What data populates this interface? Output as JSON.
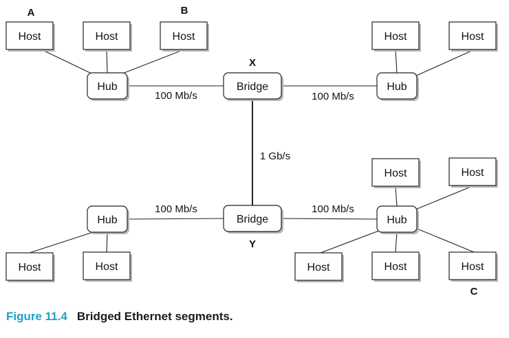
{
  "diagram": {
    "nodes": [
      {
        "id": "host-a",
        "label": "Host",
        "type": "host",
        "mark": "A"
      },
      {
        "id": "host-2",
        "label": "Host",
        "type": "host"
      },
      {
        "id": "host-b",
        "label": "Host",
        "type": "host",
        "mark": "B"
      },
      {
        "id": "host-4",
        "label": "Host",
        "type": "host"
      },
      {
        "id": "host-5",
        "label": "Host",
        "type": "host"
      },
      {
        "id": "hub-1",
        "label": "Hub",
        "type": "hub"
      },
      {
        "id": "bridge-x",
        "label": "Bridge",
        "type": "bridge",
        "mark": "X"
      },
      {
        "id": "hub-2",
        "label": "Hub",
        "type": "hub"
      },
      {
        "id": "host-6",
        "label": "Host",
        "type": "host"
      },
      {
        "id": "host-7",
        "label": "Host",
        "type": "host"
      },
      {
        "id": "hub-3",
        "label": "Hub",
        "type": "hub"
      },
      {
        "id": "bridge-y",
        "label": "Bridge",
        "type": "bridge",
        "mark": "Y"
      },
      {
        "id": "hub-4",
        "label": "Hub",
        "type": "hub"
      },
      {
        "id": "host-8",
        "label": "Host",
        "type": "host"
      },
      {
        "id": "host-9",
        "label": "Host",
        "type": "host"
      },
      {
        "id": "host-10",
        "label": "Host",
        "type": "host"
      },
      {
        "id": "host-11",
        "label": "Host",
        "type": "host"
      },
      {
        "id": "host-c",
        "label": "Host",
        "type": "host",
        "mark": "C"
      }
    ],
    "edges": [
      {
        "from": "host-a",
        "to": "hub-1"
      },
      {
        "from": "host-2",
        "to": "hub-1"
      },
      {
        "from": "host-b",
        "to": "hub-1"
      },
      {
        "from": "hub-1",
        "to": "bridge-x",
        "label": "100 Mb/s"
      },
      {
        "from": "bridge-x",
        "to": "hub-2",
        "label": "100 Mb/s"
      },
      {
        "from": "host-4",
        "to": "hub-2"
      },
      {
        "from": "host-5",
        "to": "hub-2"
      },
      {
        "from": "bridge-x",
        "to": "bridge-y",
        "label": "1 Gb/s"
      },
      {
        "from": "hub-3",
        "to": "bridge-y",
        "label": "100 Mb/s"
      },
      {
        "from": "bridge-y",
        "to": "hub-4",
        "label": "100 Mb/s"
      },
      {
        "from": "host-6",
        "to": "hub-3"
      },
      {
        "from": "host-7",
        "to": "hub-3"
      },
      {
        "from": "host-8",
        "to": "hub-4"
      },
      {
        "from": "host-9",
        "to": "hub-4"
      },
      {
        "from": "host-10",
        "to": "hub-4"
      },
      {
        "from": "host-11",
        "to": "hub-4"
      },
      {
        "from": "host-c",
        "to": "hub-4"
      }
    ]
  },
  "caption": {
    "number": "Figure 11.4",
    "text": "Bridged Ethernet segments."
  }
}
